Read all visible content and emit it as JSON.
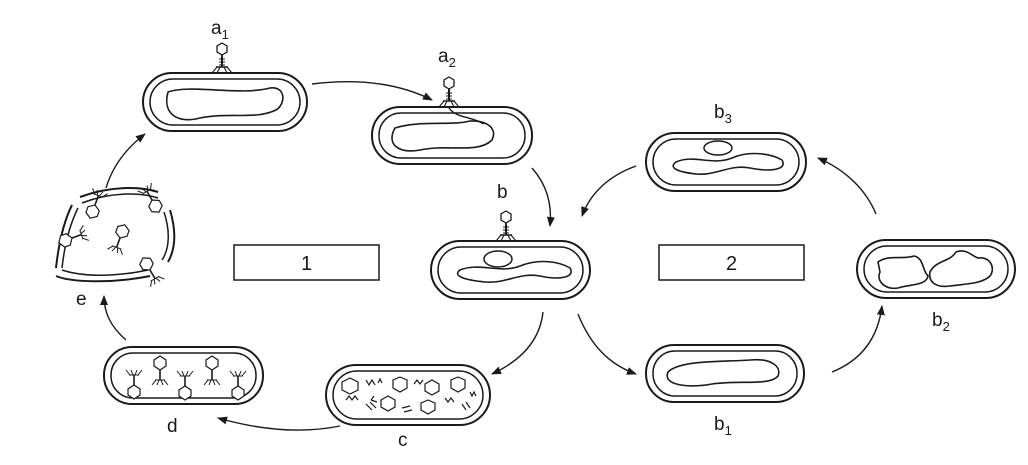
{
  "diagram": {
    "labels": {
      "a1": {
        "base": "a",
        "sub": "1"
      },
      "a2": {
        "base": "a",
        "sub": "2"
      },
      "b": {
        "base": "b",
        "sub": ""
      },
      "b1": {
        "base": "b",
        "sub": "1"
      },
      "b2": {
        "base": "b",
        "sub": "2"
      },
      "b3": {
        "base": "b",
        "sub": "3"
      },
      "c": {
        "base": "c",
        "sub": ""
      },
      "d": {
        "base": "d",
        "sub": ""
      },
      "e": {
        "base": "e",
        "sub": ""
      }
    },
    "boxes": {
      "cycle1": "1",
      "cycle2": "2"
    }
  },
  "colors": {
    "stroke": "#1a1a1a",
    "background": "#ffffff"
  }
}
